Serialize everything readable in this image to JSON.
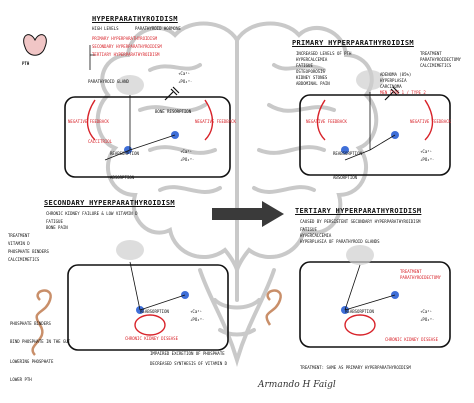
{
  "sections": {
    "hyper": {
      "title": "HYPERPARATHYROIDISM",
      "sub1": "HIGH LEVELS",
      "sub2": "PARATHYROID HORMONE",
      "items": [
        "PRIMARY HYPERPARATHYROIDISM",
        "SECONDARY HYPERPARATHYROIDISM",
        "TERTIARY HYPERPARATHYROIDISM"
      ],
      "pth": "PTH"
    },
    "primary": {
      "title": "PRIMARY HYPERPARATHYROIDISM",
      "items": [
        "INCREASED LEVELS OF PTH",
        "HYPERCALCEMIA",
        "FATIGUE",
        "OSTEOPOROSIS",
        "KIDNEY STONES",
        "ABDOMINAL PAIN"
      ],
      "treatment": [
        "TREATMENT",
        "PARATHYROIDECTOMY",
        "CALCIMIMETICS"
      ],
      "causes": [
        "ADENOMA (85%)",
        "HYPERPLASIA",
        "CARCINOMA"
      ],
      "men": "MEN TYPE 1 / TYPE 2"
    },
    "secondary": {
      "title": "SECONDARY HYPERPARATHYROIDISM",
      "sub": "CHRONIC KIDNEY FAILURE & LOW VITAMIN D",
      "items": [
        "FATIGUE",
        "BONE PAIN"
      ],
      "treatment": [
        "TREATMENT",
        "VITAMIN D",
        "PHOSPHATE BINDERS",
        "CALCIMIMETICS"
      ],
      "ckd": "CHRONIC KIDNEY DISEASE",
      "bottom": [
        "PHOSPHATE BINDERS",
        "BIND PHOSPHATE IN THE GUT",
        "LOWERING PHOSPHATE",
        "LOWER PTH"
      ],
      "notes": [
        "IMPAIRED EXCRETION OF PHOSPHATE",
        "DECREASED SYNTHESIS OF VITAMIN D"
      ]
    },
    "tertiary": {
      "title": "TERTIARY HYPERPARATHYROIDISM",
      "items": [
        "CAUSED BY PERSISTENT SECONDARY HYPERPARATHYROIDISM",
        "FATIGUE",
        "HYPERCALCEMIA",
        "HYPERPLASIA OF PARATHYROID GLANDS"
      ],
      "ckd": "CHRONIC KIDNEY DISEASE",
      "right": [
        "TREATMENT",
        "PARATHYROIDECTOMY"
      ],
      "footer": "TREATMENT: SAME AS PRIMARY HYPERPARATHYROIDISM"
    }
  },
  "labels": {
    "pg": "PARATHYROID GLAND",
    "nf": "NEGATIVE FEEDBACK",
    "rel": "BONE RESORPTION",
    "reab": "REABSORPTION",
    "abs": "ABSORPTION",
    "ca": "↑Ca²⁺",
    "po4": "↓PO₄³⁻",
    "pth": "PTH",
    "calcitriol": "CALCITRIOL"
  },
  "signature": "Armando H Faigl"
}
